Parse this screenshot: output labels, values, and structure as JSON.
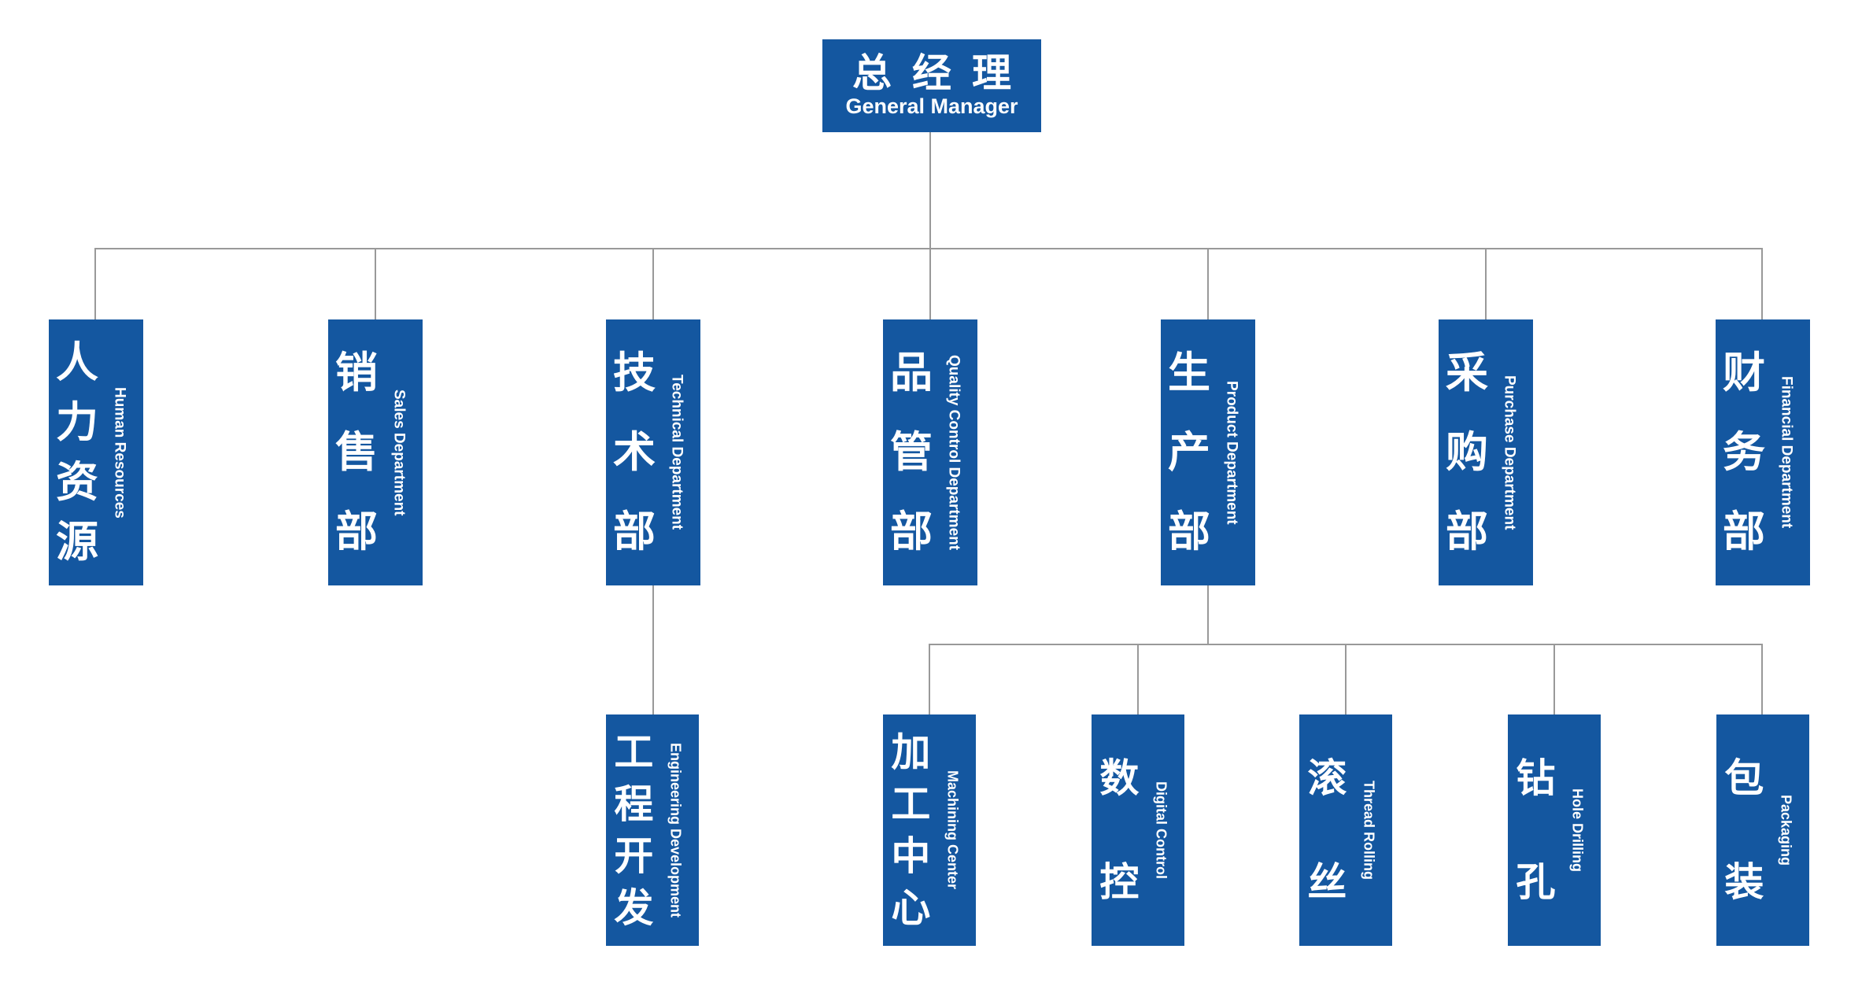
{
  "colors": {
    "node_fill": "#1457a0",
    "node_text": "#ffffff",
    "connector": "#999999",
    "background": "#ffffff"
  },
  "root": {
    "zh": "总经理",
    "en": "General Manager"
  },
  "level2": [
    {
      "zh": "人力资源",
      "en": "Human Resources"
    },
    {
      "zh": "销售部",
      "en": "Sales Department"
    },
    {
      "zh": "技术部",
      "en": "Technical Department"
    },
    {
      "zh": "品管部",
      "en": "Quality Control Department"
    },
    {
      "zh": "生产部",
      "en": "Product Department"
    },
    {
      "zh": "采购部",
      "en": "Purchase Department"
    },
    {
      "zh": "财务部",
      "en": "Financial Department"
    }
  ],
  "level3_technical": [
    {
      "zh": "工程开发",
      "en": "Engineering Development"
    }
  ],
  "level3_product": [
    {
      "zh": "加工中心",
      "en": "Machining Center"
    },
    {
      "zh": "数控",
      "en": "Digital Control"
    },
    {
      "zh": "滚丝",
      "en": "Thread Rolling"
    },
    {
      "zh": "钻孔",
      "en": "Hole Drilling"
    },
    {
      "zh": "包装",
      "en": "Packaging"
    }
  ]
}
